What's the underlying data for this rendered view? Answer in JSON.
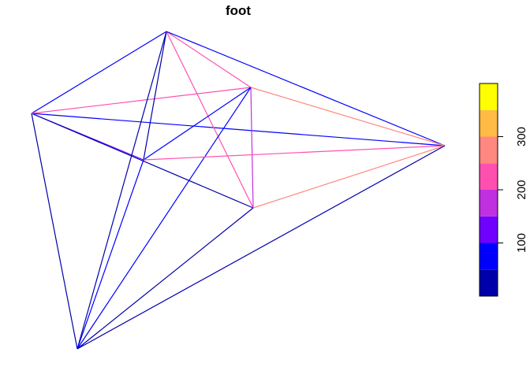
{
  "chart_data": {
    "type": "network",
    "title": "foot",
    "nodes": [
      {
        "id": "A"
      },
      {
        "id": "B"
      },
      {
        "id": "C"
      },
      {
        "id": "D"
      },
      {
        "id": "E"
      },
      {
        "id": "F"
      },
      {
        "id": "G"
      }
    ],
    "edges": [
      {
        "from": "A",
        "to": "B",
        "value": 60
      },
      {
        "from": "A",
        "to": "D",
        "value": 110
      },
      {
        "from": "A",
        "to": "E",
        "value": 30
      },
      {
        "from": "A",
        "to": "G",
        "value": 40
      },
      {
        "from": "A",
        "to": "F",
        "value": 50
      },
      {
        "from": "A",
        "to": "C",
        "value": 225
      },
      {
        "from": "B",
        "to": "C",
        "value": 240
      },
      {
        "from": "B",
        "to": "D",
        "value": 45
      },
      {
        "from": "B",
        "to": "E",
        "value": 200
      },
      {
        "from": "B",
        "to": "F",
        "value": 60
      },
      {
        "from": "B",
        "to": "G",
        "value": 30
      },
      {
        "from": "C",
        "to": "F",
        "value": 250
      },
      {
        "from": "C",
        "to": "D",
        "value": 70
      },
      {
        "from": "C",
        "to": "E",
        "value": 180
      },
      {
        "from": "C",
        "to": "G",
        "value": 90
      },
      {
        "from": "D",
        "to": "F",
        "value": 210
      },
      {
        "from": "D",
        "to": "G",
        "value": 50
      },
      {
        "from": "E",
        "to": "F",
        "value": 260
      },
      {
        "from": "E",
        "to": "G",
        "value": 40
      },
      {
        "from": "F",
        "to": "G",
        "value": 30
      }
    ],
    "legend": {
      "colors": [
        "#0000AA",
        "#0000FF",
        "#7000FF",
        "#C030E0",
        "#FF50B0",
        "#FF8880",
        "#FFBB44",
        "#FFFF00"
      ],
      "breaks": [
        0,
        50,
        100,
        150,
        200,
        250,
        300,
        350,
        400
      ],
      "ticks": [
        100,
        200,
        300
      ],
      "placement": "right"
    }
  }
}
